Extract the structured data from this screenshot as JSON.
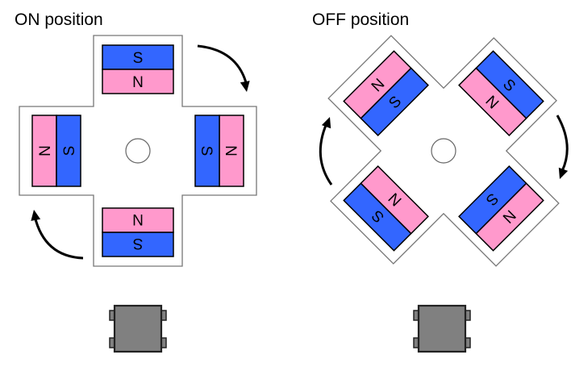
{
  "colors": {
    "north": "#ff99cc",
    "south": "#3366ff",
    "outline": "#000000",
    "frame": "#777777",
    "block": "#808080"
  },
  "panels": [
    {
      "title": "ON position",
      "rotation_deg": 0,
      "magnets": [
        {
          "position": "top",
          "outer_pole": "S",
          "inner_pole": "N"
        },
        {
          "position": "right",
          "outer_pole": "N",
          "inner_pole": "S"
        },
        {
          "position": "bottom",
          "outer_pole": "S",
          "inner_pole": "N"
        },
        {
          "position": "left",
          "outer_pole": "N",
          "inner_pole": "S"
        }
      ],
      "arrows": [
        "clockwise top-right",
        "clockwise bottom-left"
      ]
    },
    {
      "title": "OFF position",
      "rotation_deg": 45,
      "magnets": [
        {
          "position": "top-right",
          "outer_pole": "S",
          "inner_pole": "N"
        },
        {
          "position": "bottom-right",
          "outer_pole": "N",
          "inner_pole": "S"
        },
        {
          "position": "bottom-left",
          "outer_pole": "S",
          "inner_pole": "N"
        },
        {
          "position": "top-left",
          "outer_pole": "N",
          "inner_pole": "S"
        }
      ],
      "arrows": [
        "clockwise right",
        "clockwise left"
      ]
    }
  ]
}
